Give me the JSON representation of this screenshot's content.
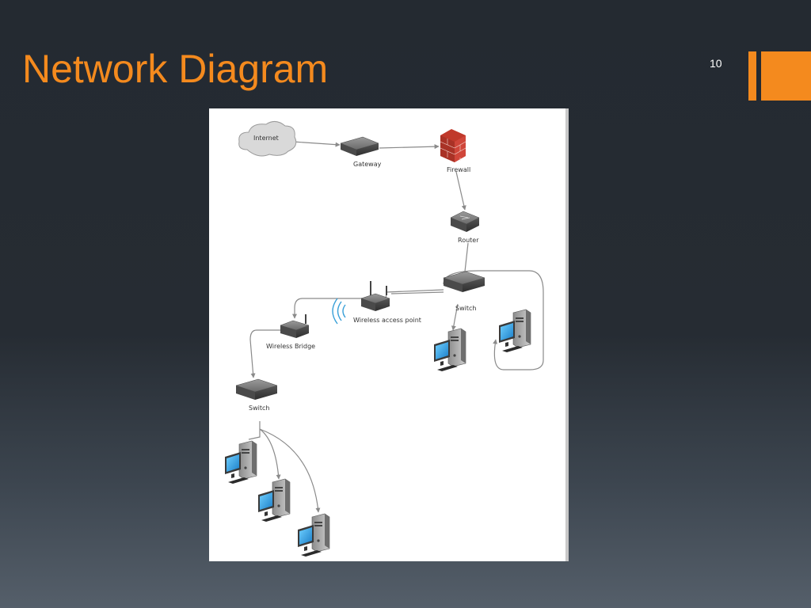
{
  "slide": {
    "title": "Network Diagram",
    "number": "10"
  },
  "colors": {
    "title": "#f48a1e",
    "accent": "#f48a1e",
    "background": "#262c33",
    "panel": "#ffffff"
  },
  "diagram": {
    "nodes": {
      "internet": "Internet",
      "gateway": "Gateway",
      "firewall": "Firewall",
      "router": "Router",
      "switch_main": "Switch",
      "wireless_ap": "Wireless access point",
      "wireless_bridge": "Wireless Bridge",
      "switch_lower": "Switch"
    }
  }
}
